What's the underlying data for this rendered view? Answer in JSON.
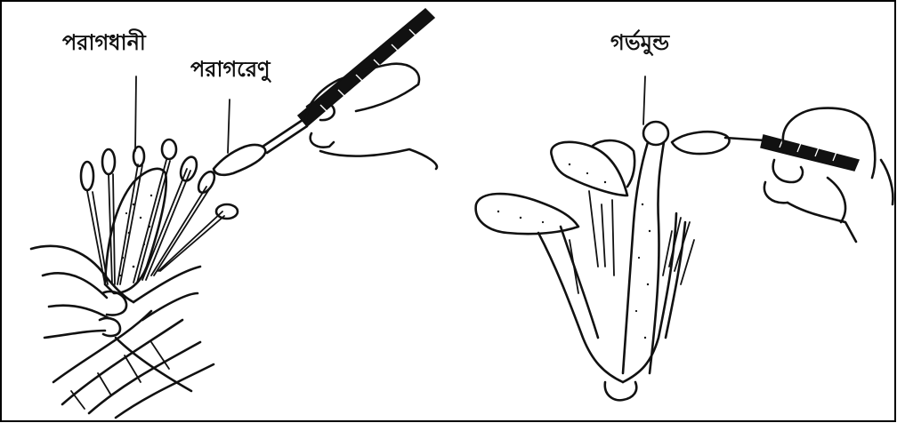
{
  "labels": {
    "anther": "পরাগধানী",
    "pollen": "পরাগরেণু",
    "stigma": "গর্ভমুন্ড"
  },
  "colors": {
    "ink": "#111111",
    "background": "#ffffff",
    "frame": "#000000"
  }
}
